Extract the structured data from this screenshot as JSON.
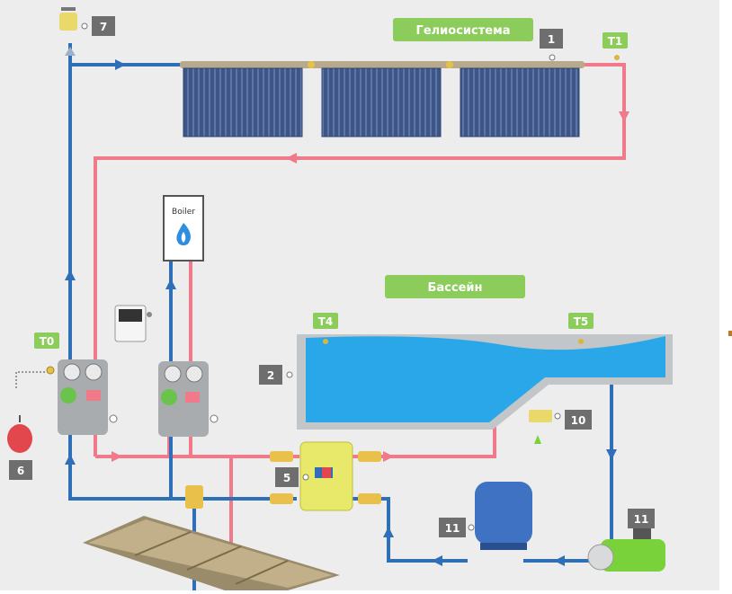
{
  "titles": {
    "solar_system": "Гелиосистема",
    "pool": "Бассейн",
    "boiler": "Boiler"
  },
  "sensors": {
    "t0": "T0",
    "t1": "T1",
    "t4": "T4",
    "t5": "T5"
  },
  "markers": {
    "m1": "1",
    "m2": "2",
    "m5": "5",
    "m6": "6",
    "m7": "7",
    "m10": "10",
    "m11a": "11",
    "m11b": "11"
  },
  "colors": {
    "background": "#ededed",
    "hot_pipe": "#f07a8a",
    "cold_pipe": "#2e6fb8",
    "green_label": "#8ccc5a",
    "marker_bg": "#6e6e6e",
    "pool_water": "#2aa7e8",
    "collector": "#3e5889"
  },
  "icons": {
    "boiler": "flame-icon",
    "expansion_tank": "red-tank-icon",
    "air_vent": "air-vent-icon",
    "controller": "controller-icon",
    "pump": "pump-icon",
    "filter": "filter-tank-icon",
    "heat_exchanger": "heat-exchanger-icon"
  }
}
